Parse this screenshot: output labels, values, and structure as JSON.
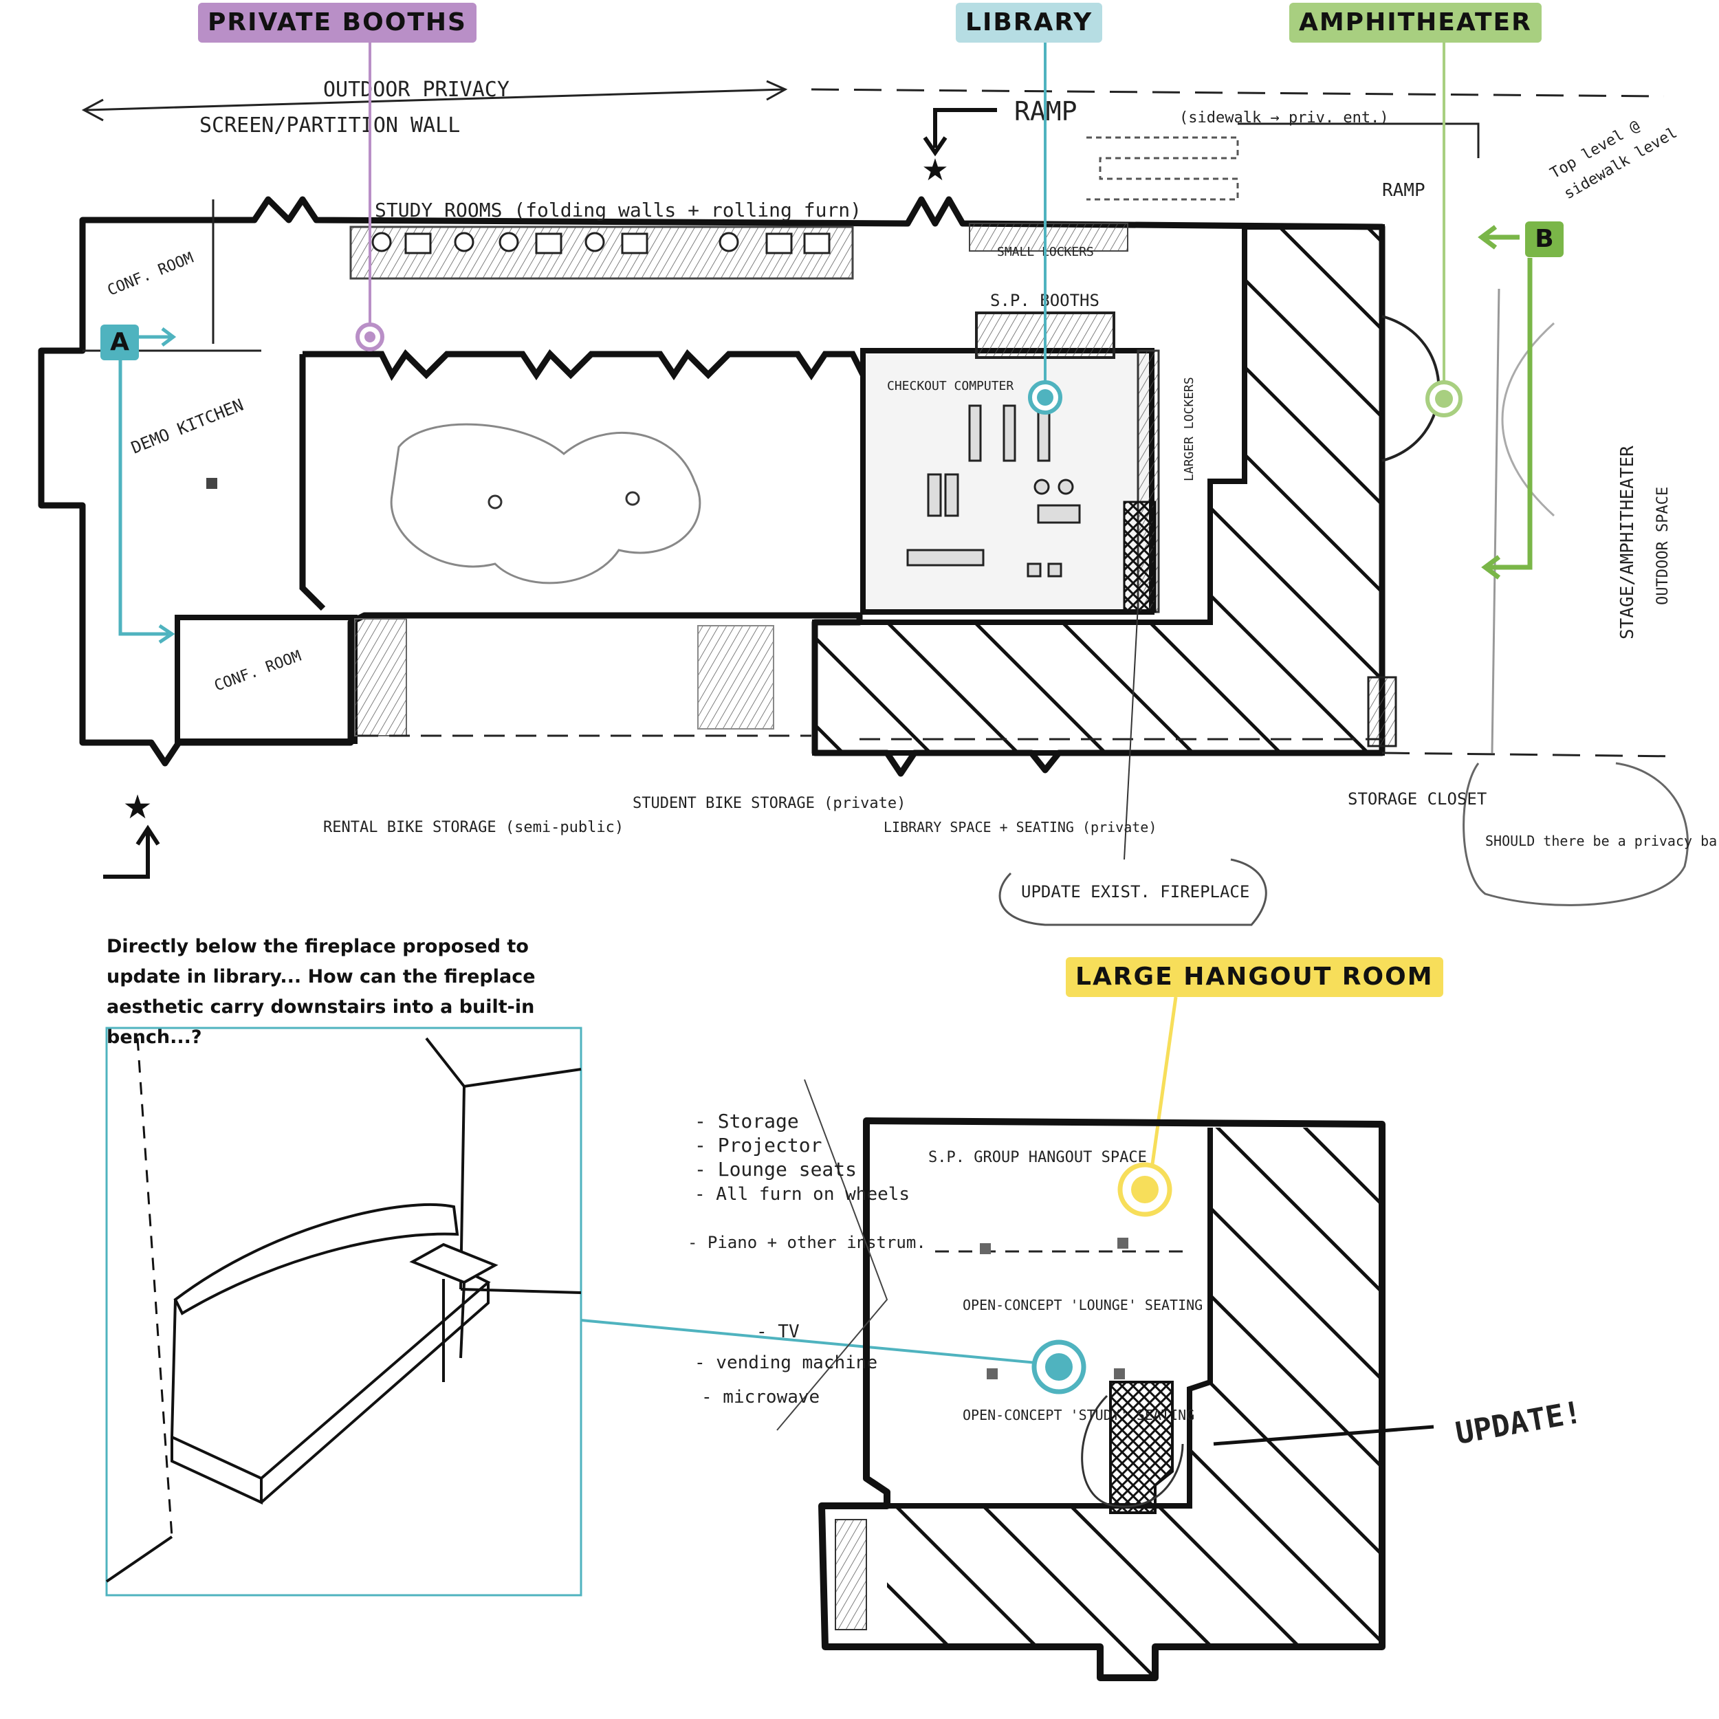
{
  "callouts": {
    "private_booths": "PRIVATE BOOTHS",
    "library": "LIBRARY",
    "amphitheater": "AMPHITHEATER",
    "large_hangout_room": "LARGE HANGOUT ROOM"
  },
  "markers": {
    "a": "A",
    "b": "B"
  },
  "colors": {
    "purple": "#b98fc7",
    "teal": "#4fb3bf",
    "teal_light": "#b6dde3",
    "green": "#7ab648",
    "green_light": "#a8cf80",
    "yellow": "#f7de5a",
    "ink": "#1a1a1a"
  },
  "caption": "Directly below the fireplace proposed to update in library... How can the fireplace aesthetic carry downstairs into a built-in bench...?",
  "upper_plan_notes": {
    "outdoor_privacy": "OUTDOOR PRIVACY",
    "screen_partition": "SCREEN/PARTITION WALL",
    "ramp": "RAMP",
    "ramp_note": "(sidewalk → priv. ent.)",
    "ramp_right": "RAMP",
    "top_level": "Top level @",
    "sidewalk_level": "sidewalk level",
    "study_rooms": "STUDY ROOMS (folding walls + rolling furn)",
    "small_lockers": "SMALL LOCKERS",
    "sp_booths": "S.P. BOOTHS",
    "checkout_computer": "CHECKOUT COMPUTER",
    "larger_lockers": "LARGER LOCKERS",
    "conf_room_1": "CONF. ROOM",
    "demo_kitchen": "DEMO KITCHEN",
    "conf_room_2": "CONF. ROOM",
    "rental_bike": "RENTAL BIKE STORAGE (semi-public)",
    "student_bike": "STUDENT BIKE STORAGE (private)",
    "library_space": "LIBRARY SPACE + SEATING (private)",
    "update_fireplace": "UPDATE EXIST. FIREPLACE",
    "storage_closet": "STORAGE CLOSET",
    "privacy_question": "SHOULD there be a privacy barrier...?",
    "stage_amphi": "STAGE/AMPHITHEATER",
    "outdoor_space": "OUTDOOR SPACE"
  },
  "lower_plan_notes": {
    "list": [
      "- Storage",
      "- Projector",
      "- Lounge seats",
      "- All furn on wheels",
      "- Piano + other instrum."
    ],
    "tv": "- TV",
    "vending": "- vending machine",
    "microwave": "- microwave",
    "sp_group": "S.P. GROUP HANGOUT SPACE",
    "open_lounge": "OPEN-CONCEPT 'LOUNGE' SEATING",
    "open_study": "OPEN-CONCEPT 'STUDY' SEATING",
    "update": "UPDATE!"
  }
}
